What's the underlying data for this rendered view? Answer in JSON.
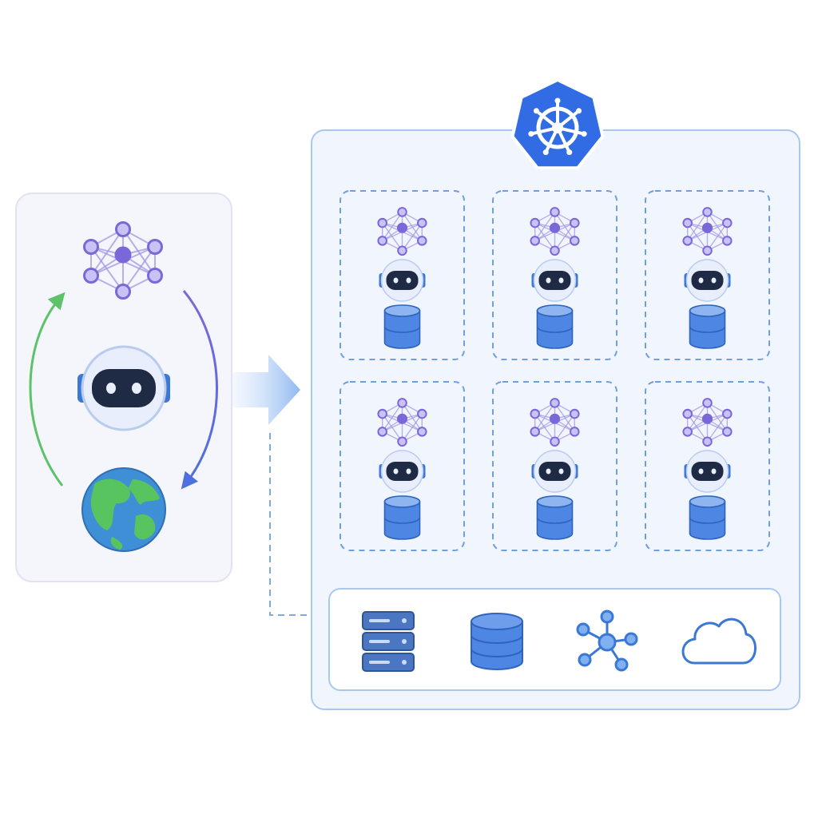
{
  "colors": {
    "agent_panel_bg": "#f5f5fc",
    "agent_panel_border": "#e2e2f2",
    "cluster_bg": "#f1f6fe",
    "cluster_border": "#a9c8ef",
    "pod_border": "#6f9fe0",
    "k8s_blue": "#326ce5",
    "neural_purple": "#7b68d8",
    "neural_node_fill": "#c9c3f5",
    "robot_dark": "#1f2a44",
    "robot_face": "#e8eefb",
    "robot_ear": "#3b78d6",
    "db_blue": "#4d86e3",
    "db_light": "#8eb5f0",
    "earth_ocean": "#3f8fd6",
    "earth_land": "#58c45f",
    "loop_green": "#5cc36a",
    "loop_blue": "#4d6fe0",
    "arrow_fill": "#9fc2f3",
    "infra_bg": "#ffffff",
    "infra_border": "#a9c8ef",
    "icon_blue": "#3b6fc8"
  },
  "icons": {
    "orchestrator": "kubernetes-helm-icon",
    "model": "neural-network-icon",
    "agent": "robot-icon",
    "storage": "database-icon",
    "environment": "earth-globe-icon",
    "server": "server-rack-icon",
    "network": "network-hub-icon",
    "cloud": "cloud-icon"
  },
  "pods": [
    {
      "row": 0,
      "col": 0
    },
    {
      "row": 0,
      "col": 1
    },
    {
      "row": 0,
      "col": 2
    },
    {
      "row": 1,
      "col": 0
    },
    {
      "row": 1,
      "col": 1
    },
    {
      "row": 1,
      "col": 2
    }
  ],
  "infrastructure": [
    "server-rack-icon",
    "database-icon",
    "network-hub-icon",
    "cloud-icon"
  ]
}
